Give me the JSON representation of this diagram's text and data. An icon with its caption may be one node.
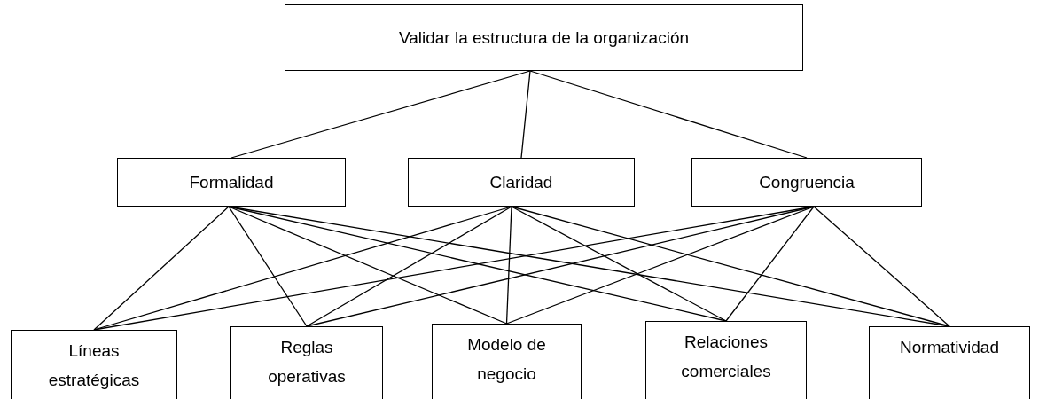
{
  "diagram": {
    "nodes": [
      {
        "text": [
          "Validar la estructura de la organización"
        ]
      },
      {
        "text": [
          "Formalidad"
        ]
      },
      {
        "text": [
          "Claridad"
        ]
      },
      {
        "text": [
          "Congruencia"
        ]
      },
      {
        "text": [
          "Líneas estratégicas"
        ]
      },
      {
        "text": [
          "Reglas operativas"
        ]
      },
      {
        "text": [
          "Modelo de negocio"
        ]
      },
      {
        "text": [
          "Relaciones comerciales"
        ]
      },
      {
        "text": [
          "Normatividad"
        ]
      }
    ],
    "edges": [
      {
        "from": 0,
        "to": 1,
        "arrow": "none"
      },
      {
        "from": 0,
        "to": 2,
        "arrow": "none"
      },
      {
        "from": 0,
        "to": 3,
        "arrow": "none"
      },
      {
        "from": 1,
        "to": 4,
        "arrow": "none"
      },
      {
        "from": 1,
        "to": 5,
        "arrow": "none"
      },
      {
        "from": 1,
        "to": 6,
        "arrow": "none"
      },
      {
        "from": 1,
        "to": 7,
        "arrow": "none"
      },
      {
        "from": 1,
        "to": 8,
        "arrow": "none"
      },
      {
        "from": 2,
        "to": 4,
        "arrow": "none"
      },
      {
        "from": 2,
        "to": 5,
        "arrow": "none"
      },
      {
        "from": 2,
        "to": 6,
        "arrow": "none"
      },
      {
        "from": 2,
        "to": 7,
        "arrow": "none"
      },
      {
        "from": 2,
        "to": 8,
        "arrow": "none"
      },
      {
        "from": 3,
        "to": 4,
        "arrow": "none"
      },
      {
        "from": 3,
        "to": 5,
        "arrow": "none"
      },
      {
        "from": 3,
        "to": 6,
        "arrow": "none"
      },
      {
        "from": 3,
        "to": 7,
        "arrow": "none"
      },
      {
        "from": 3,
        "to": 8,
        "arrow": "none"
      }
    ]
  }
}
